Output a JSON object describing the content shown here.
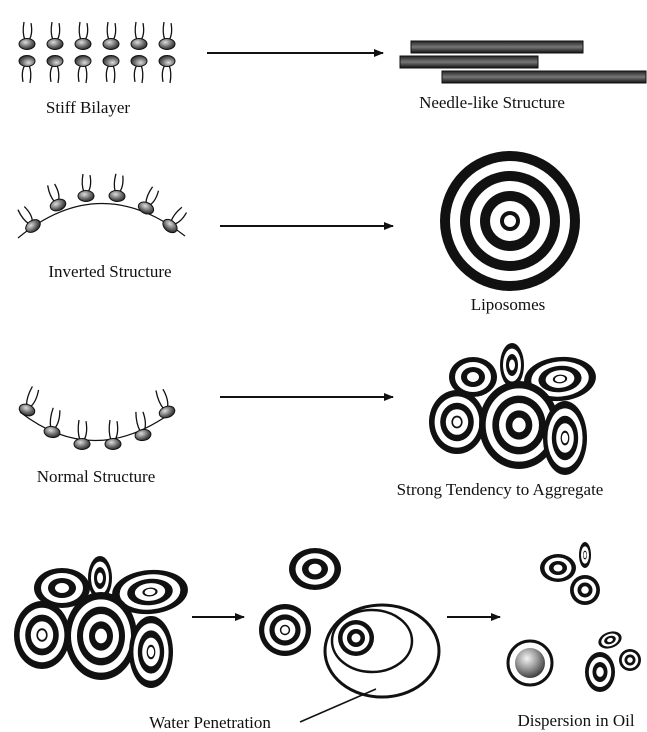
{
  "labels": {
    "stiff_bilayer": "Stiff Bilayer",
    "needle_like": "Needle-like Structure",
    "inverted": "Inverted Structure",
    "liposomes": "Liposomes",
    "normal": "Normal Structure",
    "aggregate": "Strong Tendency to Aggregate",
    "water_penetration": "Water Penetration",
    "dispersion": "Dispersion in Oil"
  }
}
